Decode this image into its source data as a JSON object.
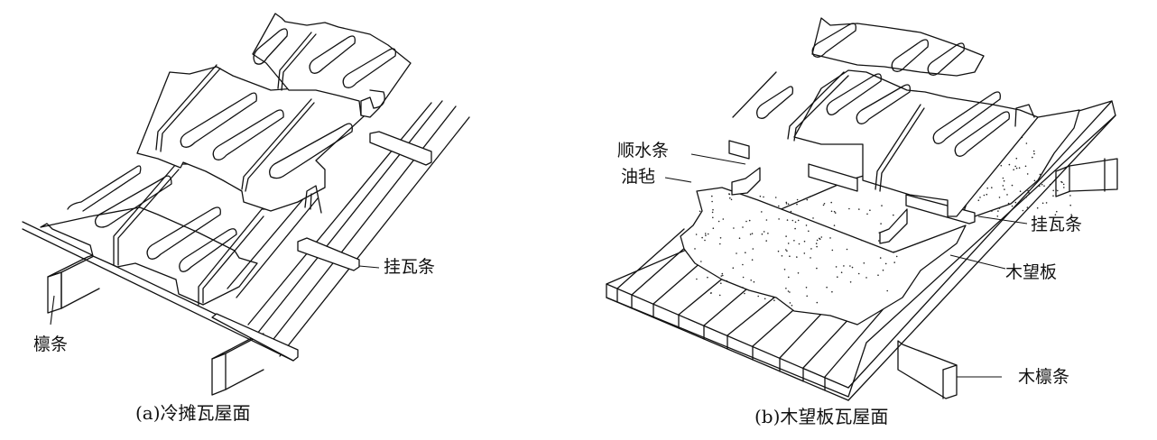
{
  "figure": {
    "panel_a": {
      "caption": "(a)冷摊瓦屋面",
      "labels": {
        "batten": "挂瓦条",
        "purlin": "檩条"
      }
    },
    "panel_b": {
      "caption": "(b)木望板瓦屋面",
      "labels": {
        "counter_batten": "顺水条",
        "felt": "油毡",
        "batten": "挂瓦条",
        "sheathing": "木望板",
        "purlin": "木檩条"
      }
    }
  }
}
